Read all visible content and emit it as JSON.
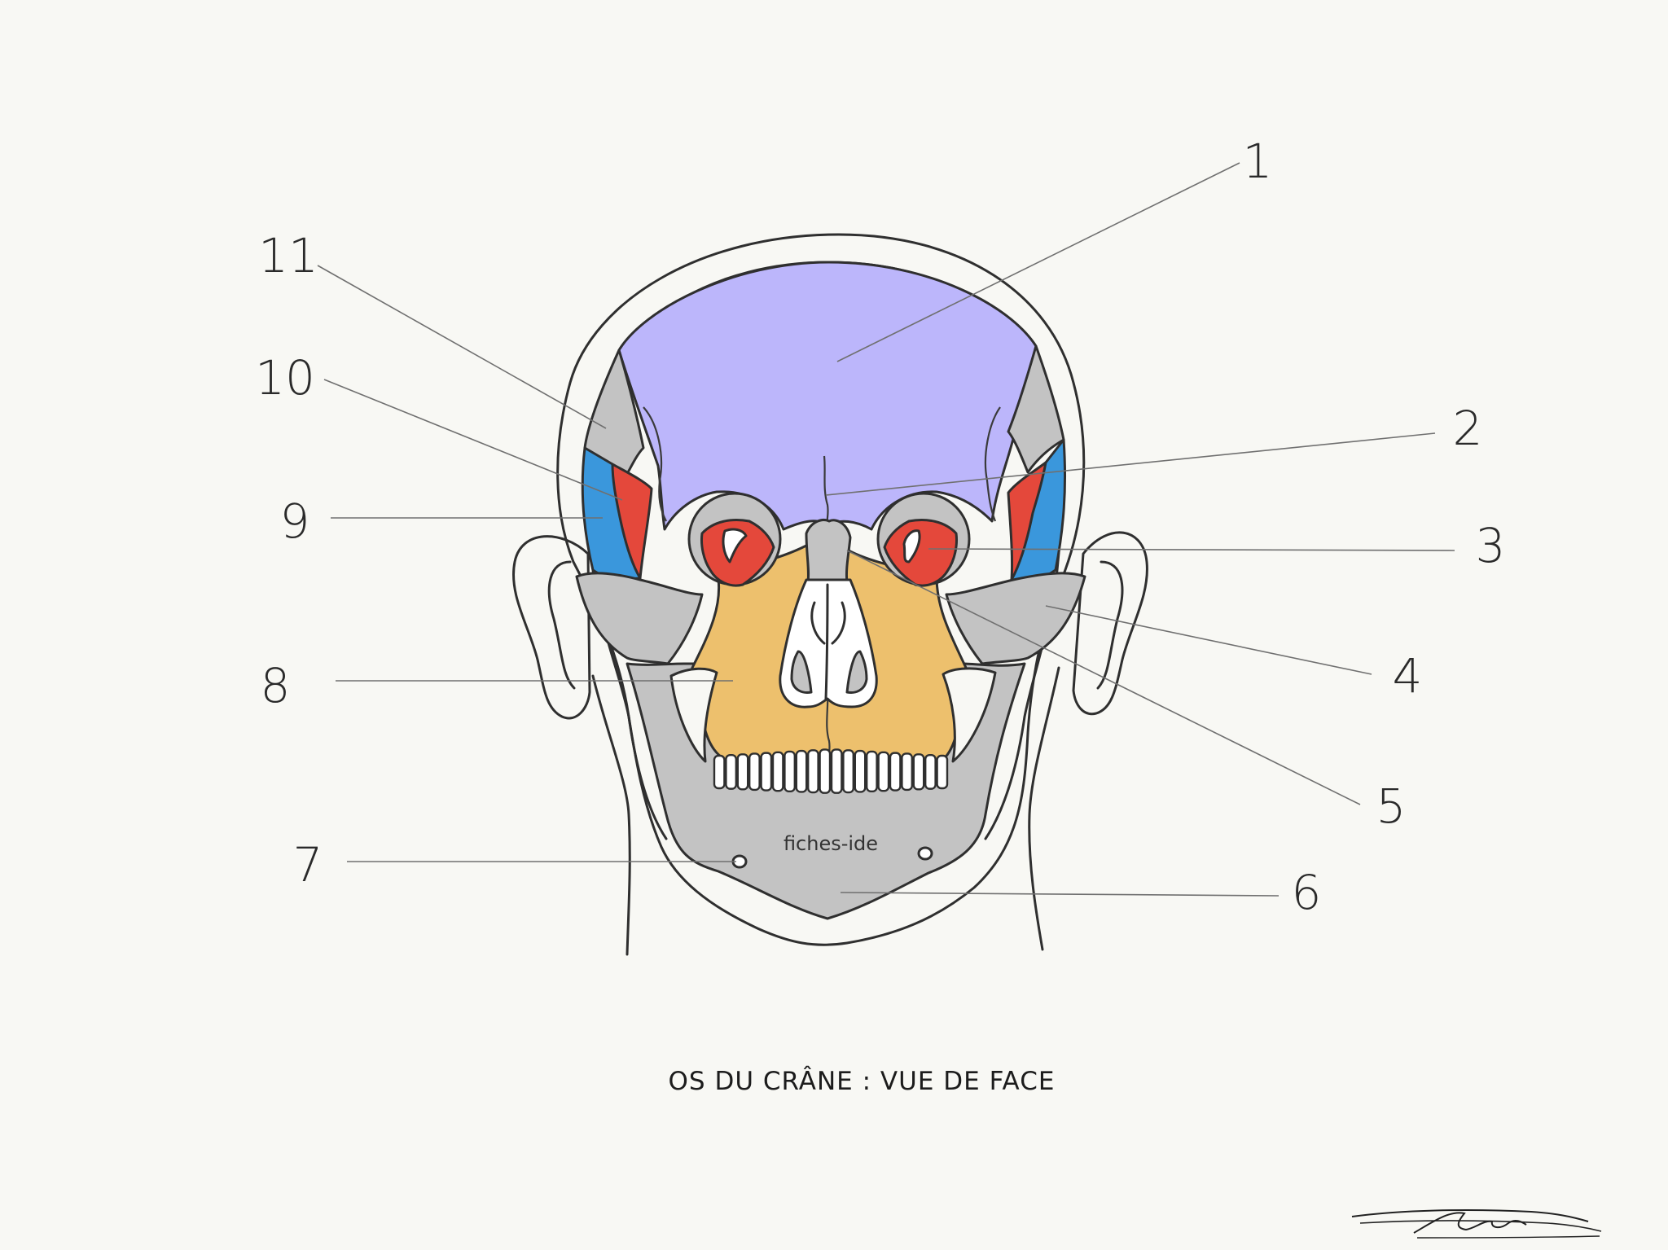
{
  "title": "OS DU CRÂNE : VUE DE FACE",
  "watermark": "fiches-ide",
  "colors": {
    "frontal": "#bcb6fb",
    "red_bones": "#e4483b",
    "blue_bones": "#3a97dc",
    "maxilla": "#edc06d",
    "grey_bones": "#c3c3c3",
    "background": "#f8f8f4",
    "outline": "#2f2f2f",
    "leader": "#707070"
  },
  "labels": [
    {
      "id": "1",
      "text": "1"
    },
    {
      "id": "2",
      "text": "2"
    },
    {
      "id": "3",
      "text": "3"
    },
    {
      "id": "4",
      "text": "4"
    },
    {
      "id": "5",
      "text": "5"
    },
    {
      "id": "6",
      "text": "6"
    },
    {
      "id": "7",
      "text": "7"
    },
    {
      "id": "8",
      "text": "8"
    },
    {
      "id": "9",
      "text": "9"
    },
    {
      "id": "10",
      "text": "10"
    },
    {
      "id": "11",
      "text": "11"
    }
  ]
}
